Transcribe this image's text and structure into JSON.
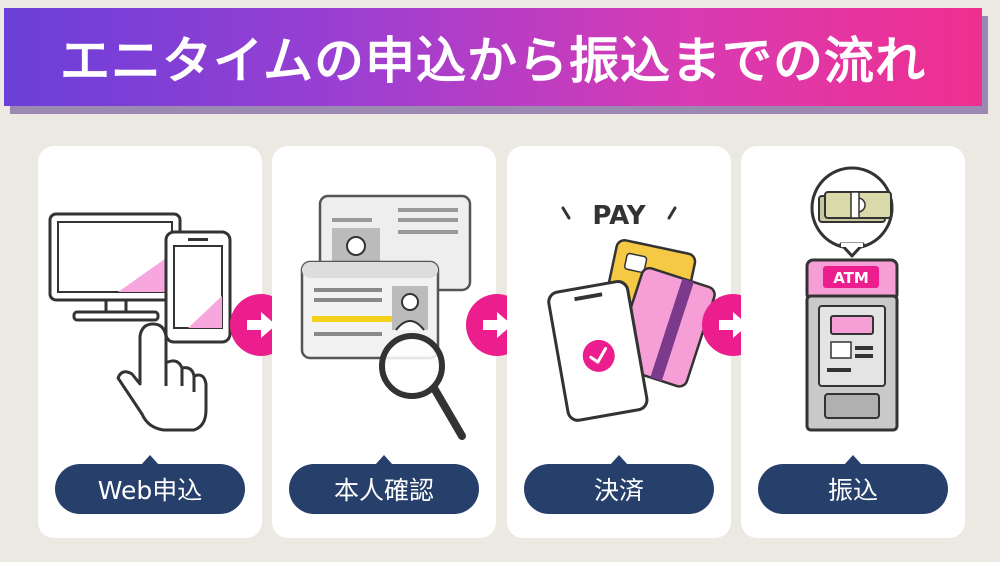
{
  "header": {
    "title": "エニタイムの申込から振込までの流れ"
  },
  "colors": {
    "accent": "#ec1e8d",
    "label_bg": "#273f6b",
    "banner_start": "#6a3fd8",
    "banner_end": "#ef2f8f"
  },
  "steps": [
    {
      "label": "Web申込",
      "icon": "computer-phone-pointer-icon"
    },
    {
      "label": "本人確認",
      "icon": "id-card-magnifier-icon"
    },
    {
      "label": "決済",
      "icon": "phone-payment-cards-icon"
    },
    {
      "label": "振込",
      "icon": "atm-cash-icon"
    }
  ],
  "illustrations": {
    "pay_text": "PAY",
    "atm_text": "ATM"
  }
}
